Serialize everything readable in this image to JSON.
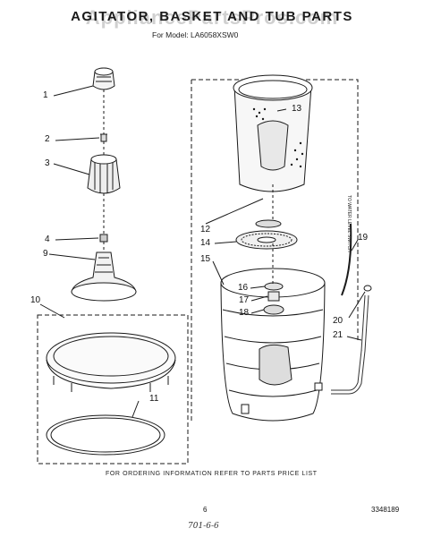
{
  "header": {
    "title": "AGITATOR, BASKET AND TUB PARTS",
    "model": "For Model: LA6058XSW0",
    "watermark": "AppliancePartsPros.com"
  },
  "diagram": {
    "callouts": [
      "1",
      "2",
      "3",
      "4",
      "9",
      "10",
      "11",
      "12",
      "13",
      "14",
      "15",
      "16",
      "17",
      "18",
      "19",
      "20",
      "21"
    ],
    "side_label": "TO WATER LEVEL SWITCH"
  },
  "footer": {
    "ordering_note": "FOR ORDERING INFORMATION REFER TO PARTS PRICE LIST",
    "page_number": "6",
    "document_number": "3348189",
    "handwritten": "701-6-6"
  },
  "colors": {
    "ink": "#1a1a1a",
    "paper": "#ffffff",
    "watermark": "#969696"
  }
}
